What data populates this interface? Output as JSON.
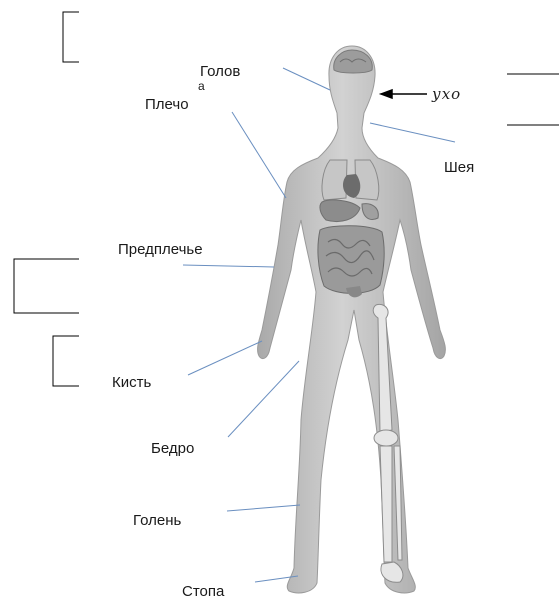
{
  "labels": {
    "head": "Голов",
    "head_suffix": "а",
    "shoulder": "Плечо",
    "neck": "Шея",
    "ear": "ухо",
    "forearm": "Предплечье",
    "hand": "Кисть",
    "thigh": "Бедро",
    "shin": "Голень",
    "foot": "Стопа"
  },
  "colors": {
    "body": "#b4b4b4",
    "organ": "#8a8a8a",
    "pointer_line": "#6a8fc0",
    "answer_box": "#000000"
  }
}
